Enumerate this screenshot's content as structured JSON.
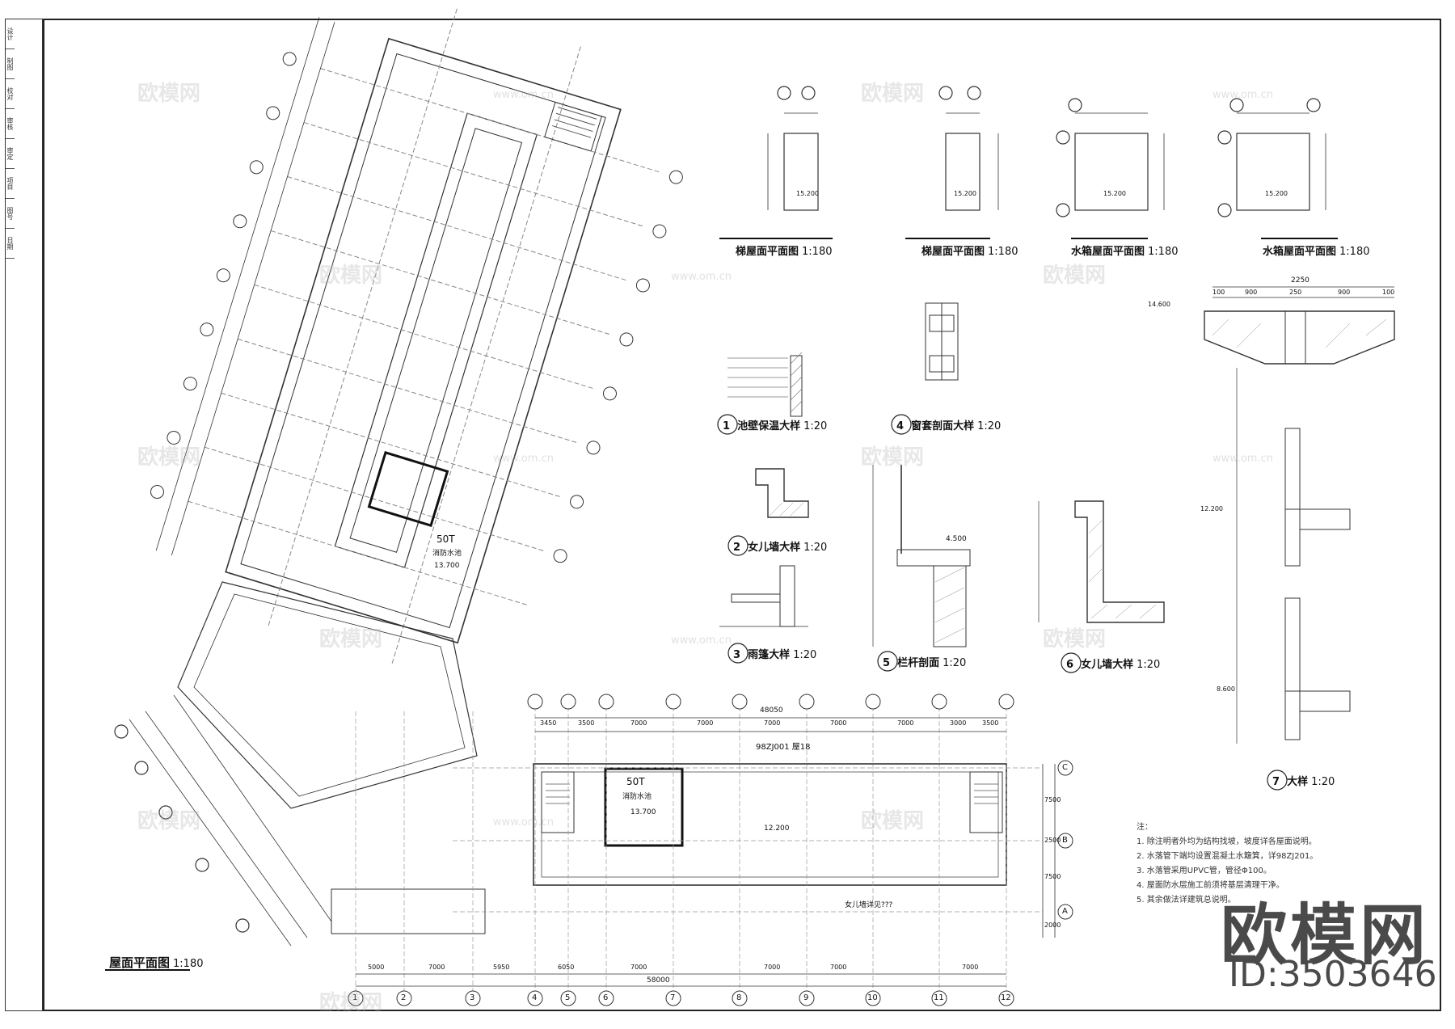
{
  "title_block": {
    "cells": [
      "设计",
      "制图",
      "校对",
      "审核",
      "审定",
      "项目",
      "图号",
      "日期"
    ]
  },
  "drawings": {
    "roof_plan": {
      "title": "屋面平面图",
      "scale": "1:180"
    },
    "stair_roof_1": {
      "title": "梯屋面平面图",
      "scale": "1:180"
    },
    "stair_roof_2": {
      "title": "梯屋面平面图",
      "scale": "1:180"
    },
    "tank_roof_1": {
      "title": "水箱屋面平面图",
      "scale": "1:180"
    },
    "tank_roof_2": {
      "title": "水箱屋面平面图",
      "scale": "1:180"
    },
    "detail_1": {
      "num": "1",
      "title": "池壁保温大样",
      "scale": "1:20"
    },
    "detail_2": {
      "num": "2",
      "title": "女儿墙大样",
      "scale": "1:20"
    },
    "detail_3": {
      "num": "3",
      "title": "雨篷大样",
      "scale": "1:20"
    },
    "detail_4": {
      "num": "4",
      "title": "窗套剖面大样",
      "scale": "1:20"
    },
    "detail_5": {
      "num": "5",
      "title": "栏杆剖面",
      "scale": "1:20"
    },
    "detail_6": {
      "num": "6",
      "title": "女儿墙大样",
      "scale": "1:20"
    },
    "detail_7": {
      "num": "7",
      "title": "大样",
      "scale": "1:20"
    }
  },
  "plan_labels": {
    "tank": "50T",
    "tank_sub": "消防水池",
    "elev": "13.700",
    "elev_2": "12.200",
    "elev_3": "15.200",
    "elev_4": "4.500",
    "elev_5": "14.600",
    "elev_6": "8.600",
    "std_ref": "98ZJ001 屋18",
    "parapet_note": "女儿墙详见???"
  },
  "dimensions": {
    "overall_top": "48050",
    "overall_bottom": "58000",
    "top_row": [
      "3450",
      "3500",
      "7000",
      "7000",
      "7000",
      "7000",
      "7000",
      "3000",
      "3500"
    ],
    "bottom_row": [
      "5000",
      "7000",
      "5950",
      "6050",
      "7000",
      "7000",
      "7000",
      "7000"
    ],
    "left_col": [
      "7500",
      "2500",
      "7500",
      "2000"
    ],
    "detail7_top": "2250",
    "detail7_sub": [
      "100",
      "900",
      "250",
      "900",
      "100"
    ]
  },
  "axes_bottom": [
    "1",
    "2",
    "3",
    "4",
    "5",
    "6",
    "7",
    "8",
    "9",
    "10",
    "11",
    "12"
  ],
  "axes_right": [
    "C",
    "B",
    "A"
  ],
  "notes": {
    "heading": "注：",
    "lines": [
      "1. 除注明者外均为结构找坡，坡度详各屋面说明。",
      "2. 水落管下端均设置混凝土水簸箕，详98ZJ201。",
      "3. 水落管采用UPVC管，管径Φ100。",
      "4. 屋面防水层施工前须将基层清理干净。",
      "5. 其余做法详建筑总说明。"
    ]
  },
  "watermark": {
    "text": "欧模网",
    "url": "www.om.cn"
  },
  "branding": {
    "name": "欧模网",
    "id": "ID:3503646"
  }
}
